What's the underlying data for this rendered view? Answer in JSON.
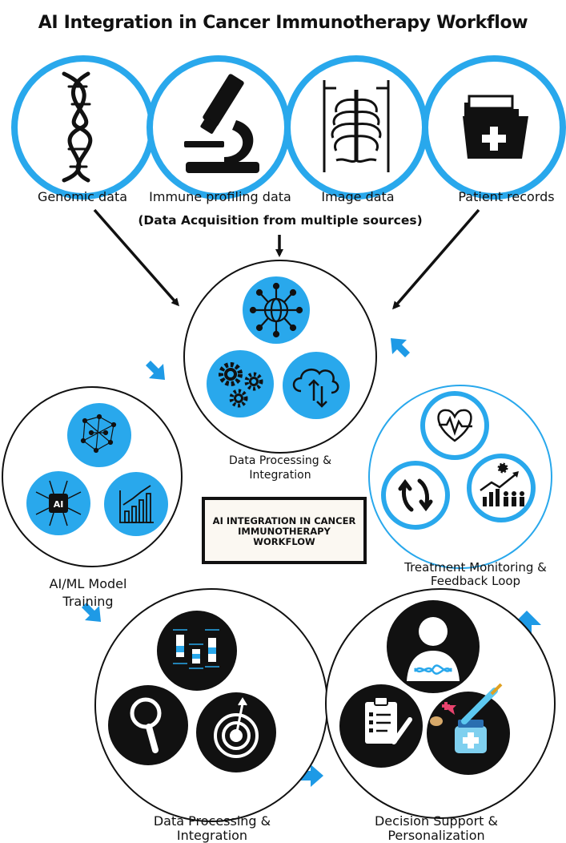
{
  "title": "AI Integration in Cancer Immunotherapy Workflow",
  "sources": {
    "genomic": "Genomic data",
    "immune": "Immune profiling data",
    "image": "Image data",
    "patient": "Patient records"
  },
  "acquisition_caption": "(Data Acquisition from multiple sources)",
  "stages": {
    "processing_top": {
      "line1": "Data Processing &",
      "line2": "Integration"
    },
    "ai_training": {
      "line1": "AI/ML Model",
      "line2": "Training"
    },
    "treatment": {
      "line1": "Treatment Monitoring &",
      "line2": "Feedback Loop"
    },
    "processing_bottom": {
      "line1": "Data Processing &",
      "line2": "Integration"
    },
    "decision": {
      "line1": "Decision Support &",
      "line2": "Personalization"
    }
  },
  "center_box": {
    "line1": "AI INTEGRATION IN CANCER",
    "line2": "IMMUNOTHERAPY",
    "line3": "WORKFLOW"
  },
  "colors": {
    "accent_blue": "#29a8ec",
    "dark": "#111111",
    "arrow_blue": "#1e9ae6"
  },
  "icons": [
    "dna-icon",
    "microscope-icon",
    "xray-icon",
    "medical-folder-icon",
    "network-globe-icon",
    "gears-icon",
    "cloud-sync-icon",
    "neural-network-icon",
    "ai-chip-icon",
    "growth-chart-icon",
    "heartbeat-icon",
    "refresh-icon",
    "performance-chart-icon",
    "data-bars-icon",
    "magnifier-icon",
    "target-icon",
    "doctor-icon",
    "checklist-icon",
    "medicine-icon"
  ]
}
